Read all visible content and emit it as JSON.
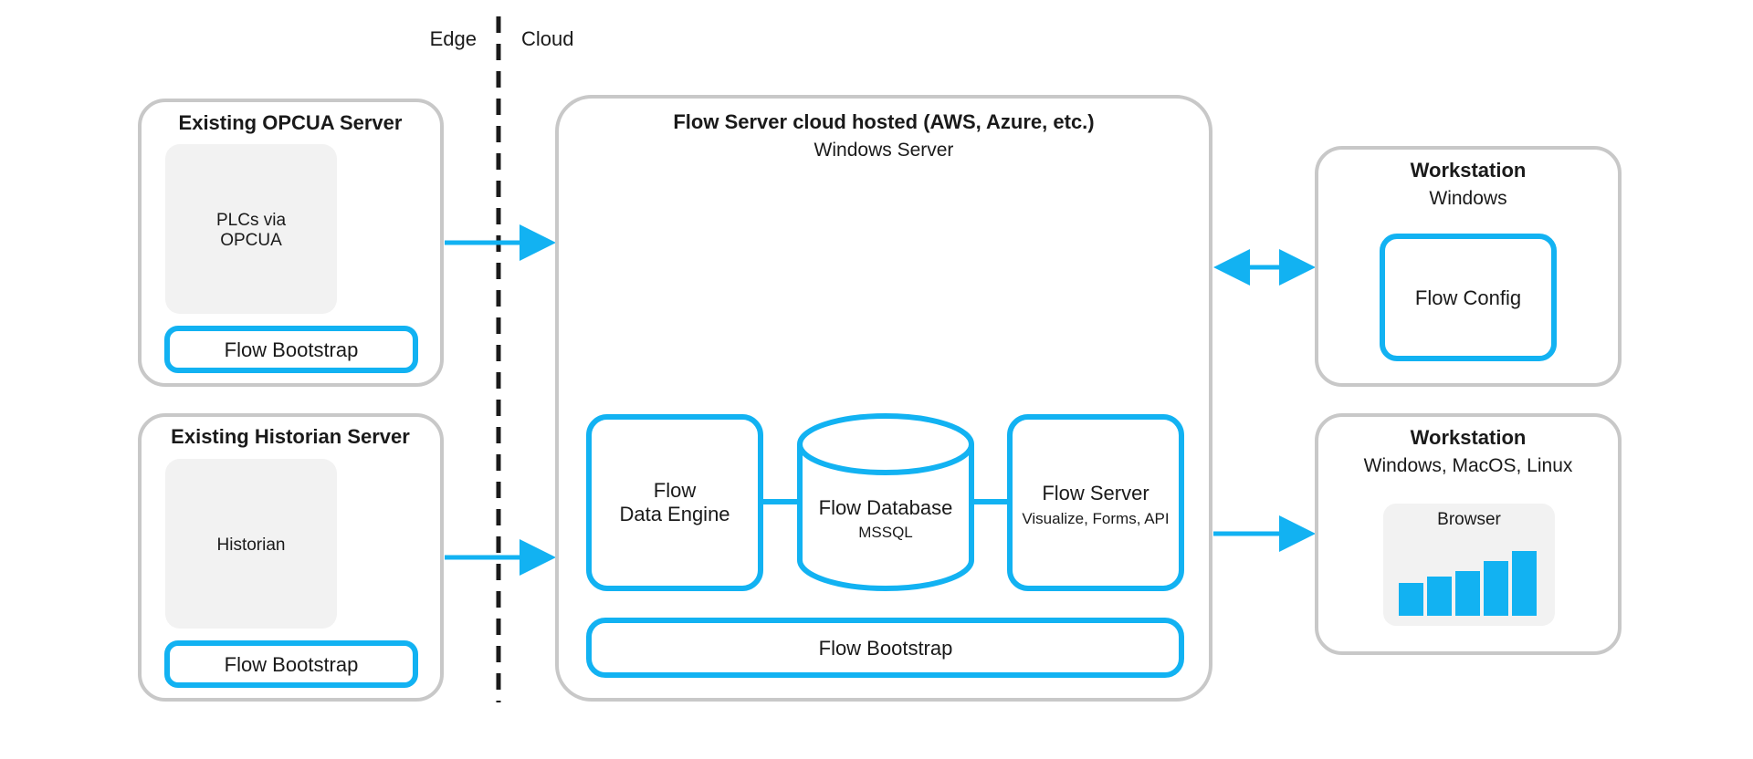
{
  "zones": {
    "edge_label": "Edge",
    "cloud_label": "Cloud"
  },
  "opcua_server": {
    "title": "Existing OPCUA Server",
    "source_line1": "PLCs via",
    "source_line2": "OPCUA",
    "bootstrap_label": "Flow Bootstrap"
  },
  "historian_server": {
    "title": "Existing Historian Server",
    "source_label": "Historian",
    "bootstrap_label": "Flow Bootstrap"
  },
  "cloud_server": {
    "title": "Flow Server cloud hosted (AWS, Azure, etc.)",
    "subtitle": "Windows Server",
    "data_engine_line1": "Flow",
    "data_engine_line2": "Data Engine",
    "database_label": "Flow Database",
    "database_sub": "MSSQL",
    "flow_server_label": "Flow Server",
    "flow_server_sub": "Visualize, Forms, API",
    "bootstrap_label": "Flow Bootstrap"
  },
  "workstation_config": {
    "title": "Workstation",
    "subtitle": "Windows",
    "app_label": "Flow Config"
  },
  "workstation_browser": {
    "title": "Workstation",
    "subtitle": "Windows, MacOS, Linux",
    "app_label": "Browser",
    "chart_icon": "bar-chart-icon"
  },
  "colors": {
    "accent": "#12b2f2",
    "box_border": "#c8c8c8",
    "panel_fill": "#f2f2f2",
    "divider": "#1a1a1a",
    "text": "#1a1a1a"
  }
}
